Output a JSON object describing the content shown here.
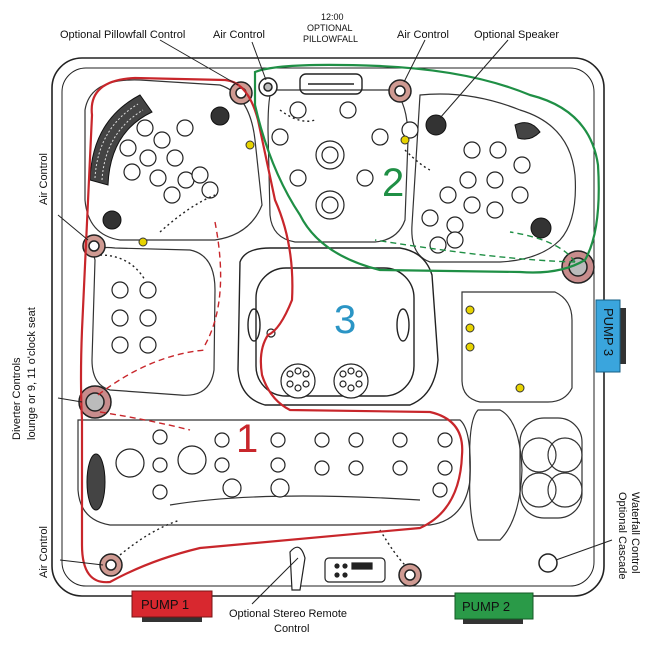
{
  "labels": {
    "pillowfall_control": "Optional Pillowfall Control",
    "air_control_top_left": "Air Control",
    "pillowfall_time": "12:00",
    "pillowfall_line1": "OPTIONAL",
    "pillowfall_line2": "PILLOWFALL",
    "air_control_top_right": "Air Control",
    "speaker": "Optional Speaker",
    "air_control_left": "Air Control",
    "diverter_line1": "Diverter Controls",
    "diverter_line2": "lounge or 9, 11 o'clock seat",
    "air_control_bottom_left": "Air Control",
    "stereo_line1": "Optional Stereo Remote",
    "stereo_line2": "Control",
    "cascade_line1": "Optional Cascade",
    "cascade_line2": "Waterfall Control"
  },
  "zones": {
    "zone1": "1",
    "zone2": "2",
    "zone3": "3"
  },
  "pumps": {
    "pump1": "PUMP 1",
    "pump2": "PUMP 2",
    "pump3": "PUMP 3"
  },
  "colors": {
    "zone1": "#c8262b",
    "zone2": "#1f8f45",
    "zone3": "#2b95c5",
    "pump1_fill": "#d8282f",
    "pump2_fill": "#2a9a48",
    "pump3_fill": "#3aa5dd"
  }
}
